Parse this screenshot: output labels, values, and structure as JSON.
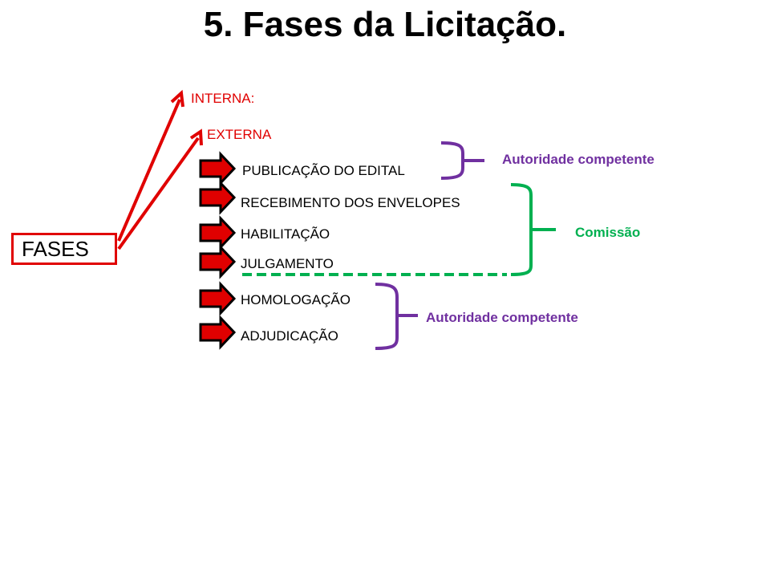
{
  "title": "5. Fases da Licitação.",
  "root": "FASES",
  "branches": {
    "interna": "INTERNA:",
    "externa": "EXTERNA"
  },
  "phases": [
    "PUBLICAÇÃO DO EDITAL",
    "RECEBIMENTO DOS ENVELOPES",
    "HABILITAÇÃO",
    "JULGAMENTO",
    "HOMOLOGAÇÃO",
    "ADJUDICAÇÃO"
  ],
  "groups": {
    "autoridade_top": "Autoridade competente",
    "comissao": "Comissão",
    "autoridade_bottom": "Autoridade competente"
  },
  "colors": {
    "red": "#e00000",
    "purple": "#7030a0",
    "green": "#00b050"
  }
}
